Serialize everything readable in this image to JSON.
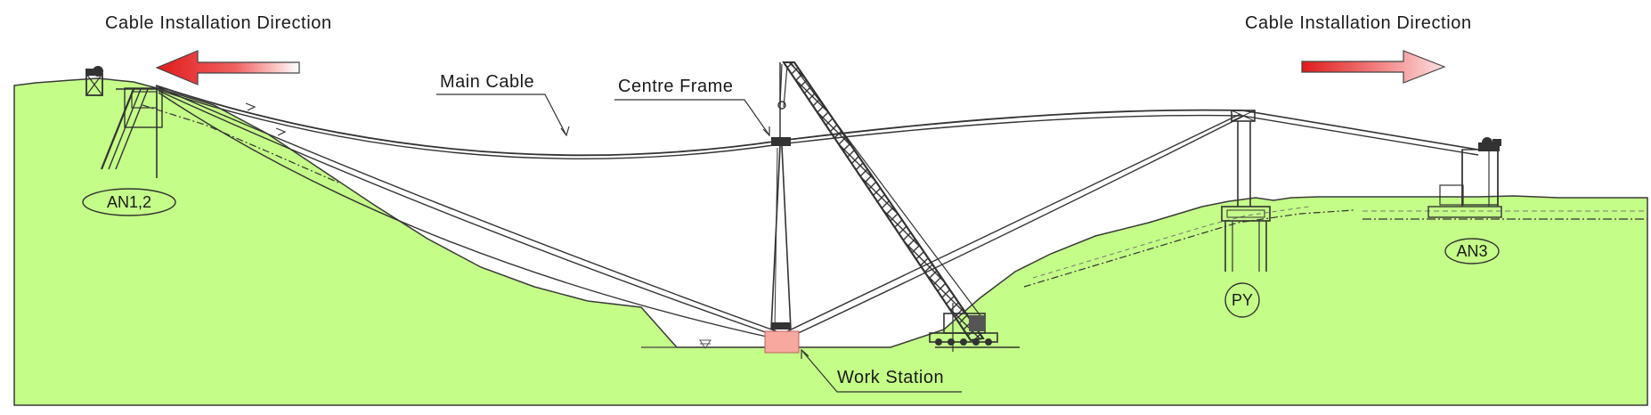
{
  "labels": {
    "direction_left": "Cable Installation Direction",
    "direction_right": "Cable Installation Direction",
    "main_cable": "Main Cable",
    "centre_frame": "Centre Frame",
    "work_station": "Work Station",
    "anchor_left": "AN1,2",
    "anchor_right": "AN3",
    "pylon": "PY"
  },
  "colors": {
    "ground": "#c4fd88",
    "ground_outline": "#3a3a3a",
    "arrow_red": "#e01b1b",
    "arrow_pink": "#f5b5b5",
    "work_station": "#f7a9a0",
    "structure": "#333333"
  }
}
